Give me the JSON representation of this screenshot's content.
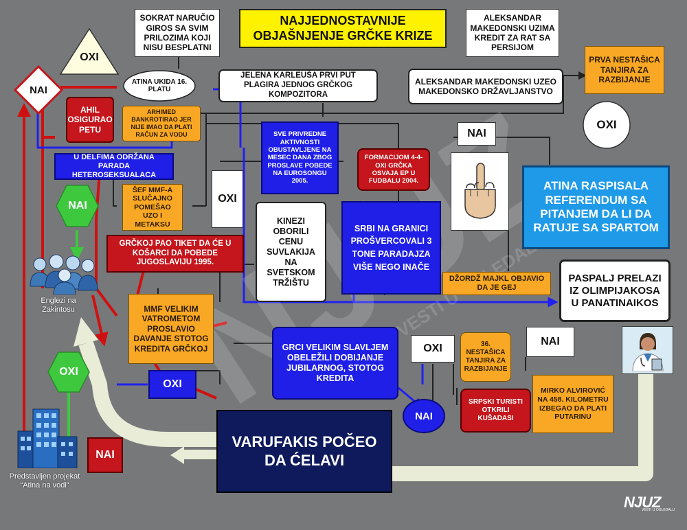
{
  "title": "NAJJEDNOSTAVNIJE\nOBJAŠNJENJE GRČKE KRIZE",
  "brand": {
    "logo": "NJUZ",
    "tagline": "VESTI U OGLEDALU"
  },
  "colors": {
    "background": "#77787a",
    "red_arrow": "#d01010",
    "blue_arrow": "#2020f0",
    "cream_arrow": "#e9ecd6",
    "green_arrow": "#3ec83e"
  },
  "nodes": {
    "sokrat": "SOKRAT NARUČIO GIROS SA SVIM PRILOZIMA KOJI NISU BESPLATNI",
    "aleksandar_kredit": "ALEKSANDAR MAKEDONSKI UZIMA KREDIT ZA RAT SA PERSIJOM",
    "prva_nestasica": "PRVA NESTAŠICA TANJIRA ZA RAZBIJANJE",
    "atina_ukida": "ATINA UKIDA 16. PLATU",
    "jelena": "JELENA KARLEUŠA PRVI PUT PLAGIRA JEDNOG GRČKOG KOMPOZITORA",
    "aleksandar_drzavljanstvo": "ALEKSANDAR MAKEDONSKI UZEO MAKEDONSKO DRŽAVLJANSTVO",
    "ahil": "AHIL OSIGURAO PETU",
    "arhimed": "ARHIMED BANKROTIRAO JER NIJE IMAO DA PLATI RAČUN ZA VODU",
    "privredne": "SVE PRIVREDNE AKTIVNOSTI OBUSTAVLJENE NA MESEC DANA ZBOG PROSLAVE POBEDE NA EUROSONGU 2005.",
    "formacijom": "FORMACIJOM 4-4-OXI GRČKA OSVAJA EP U FUDBALU 2004.",
    "delfi": "U DELFIMA ODRŽANA PARADA HETEROSEKSUALACA",
    "sef_mmf": "ŠEF MMF-a SLUČAJNO POMEŠAO UZO I METAKSU",
    "kinezi": "KINEZI OBORILI CENU SUVLAKIJA NA SVETSKOM TRŽIŠTU",
    "srbi": "SRBI NA GRANICI PROŠVERCOVALI 3 TONE PARADAJZA VIŠE NEGO INAČE",
    "referendum": "ATINA RASPISALA REFERENDUM SA PITANJEM DA LI DA RATUJE SA SPARTOM",
    "tiket": "GRČKOJ PAO TIKET DA ĆE U KOŠARCI DA POBEDE JUGOSLAVIJU 1995.",
    "dzordz": "DŽORDŽ MAJKL OBJAVIO DA JE GEJ",
    "paspalj": "PASPALJ PRELAZI IZ OLIMPIJAKOSA U PANATINAIKOS",
    "mmf_vatromet": "MMF VELIKIM VATROMETOM PROSLAVIO DAVANJE STOTOG KREDITA GRČKOJ",
    "grci_slavljem": "GRCI VELIKIM SLAVLJEM OBELEŽILI DOBIJANJE JUBILARNOG, STOTOG KREDITA",
    "nestasica_36": "36. NESTAŠICA TANJIRA ZA RAZBIJANJE",
    "mirko": "MIRKO ALVIROVIĆ NA 458. KILOMETRU IZBEGAO DA PLATI PUTARINU",
    "srpski_turisti": "SRPSKI TURISTI OTKRILI KUŠADASI",
    "varufakis": "VARUFAKIS POČEO DA ĆELAVI"
  },
  "decisions": {
    "oxi_triangle": "OXI",
    "nai_diamond": "NAI",
    "oxi_circle_right": "OXI",
    "nai_box_middle": "NAI",
    "nai_hexagon": "NAI",
    "oxi_box_center": "OXI",
    "oxi_box_small": "OXI",
    "nai_box_right": "NAI",
    "oxi_hexagon": "OXI",
    "oxi_box_blue": "OXI",
    "nai_circle_blue": "NAI",
    "nai_box_red": "NAI"
  },
  "captions": {
    "englezi": "Englezi na\nZakintosu",
    "projekat": "Predstavljen projekat\n“Atina na vodi”"
  },
  "icons": [
    "middle-finger-icon",
    "people-group-icon",
    "doctor-icon",
    "buildings-icon"
  ]
}
